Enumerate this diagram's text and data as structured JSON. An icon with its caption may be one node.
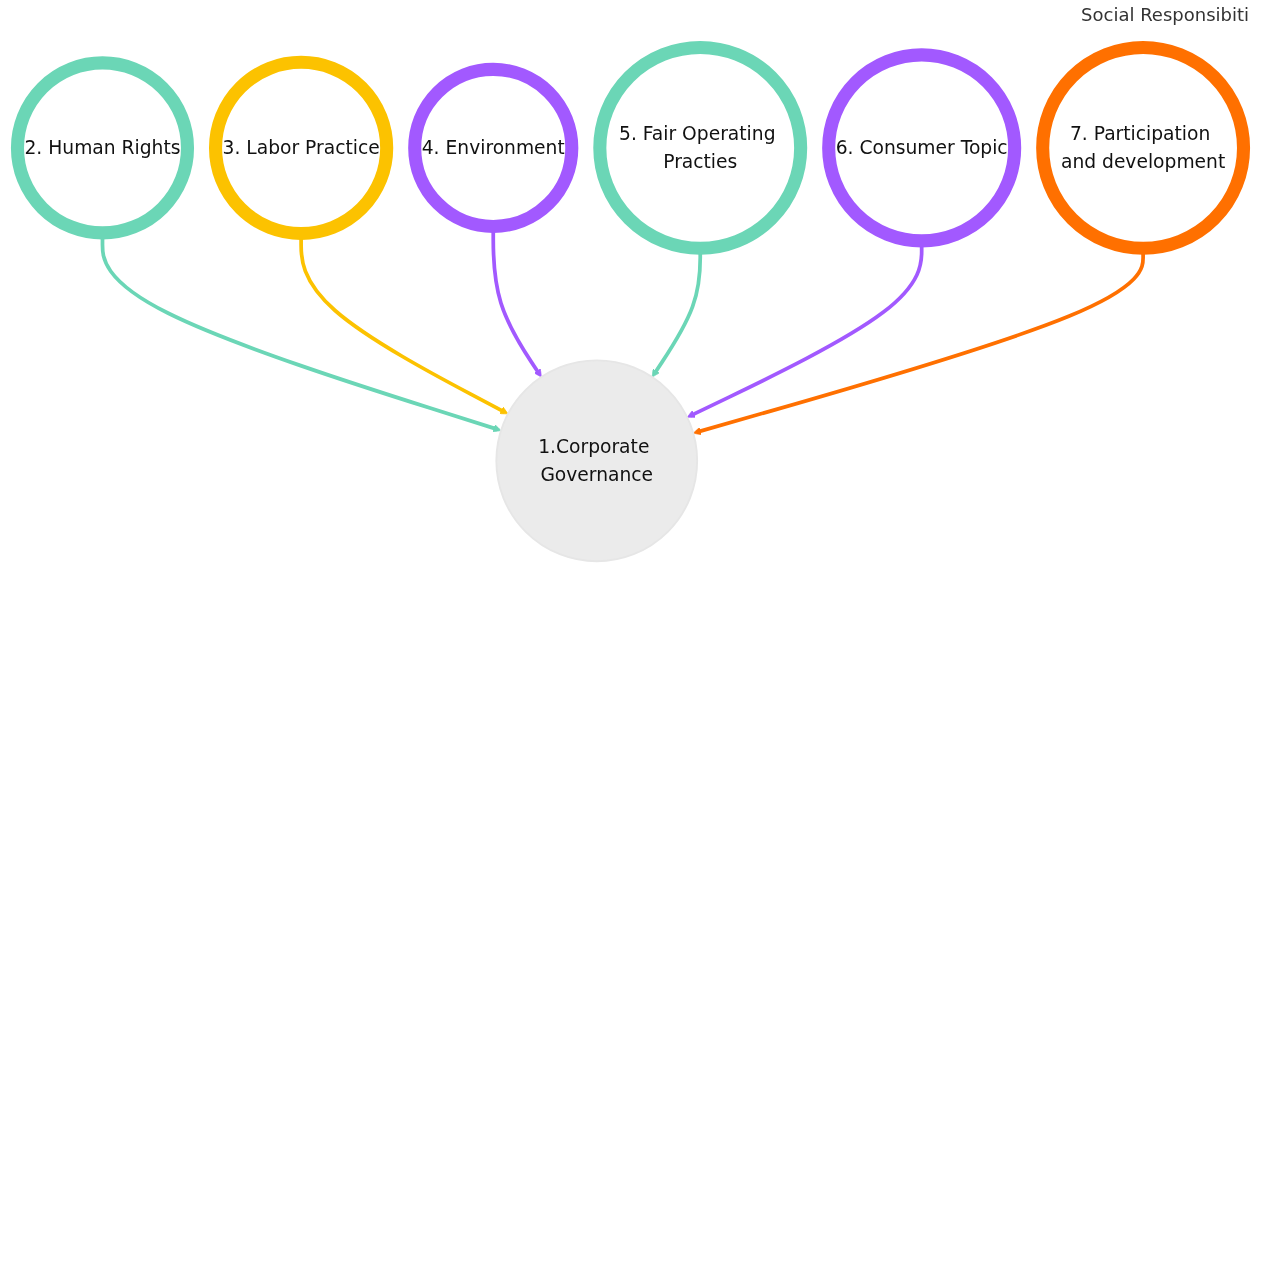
{
  "diagram": {
    "nodes": [
      {
        "text": [
          "1.Corporate Governance"
        ]
      },
      {
        "text": [
          "2. Human Rights"
        ]
      },
      {
        "text": [
          "3. Labor Practice"
        ]
      },
      {
        "text": [
          "4. Environment"
        ]
      },
      {
        "text": [
          "5. Fair Operating Practies"
        ]
      },
      {
        "text": [
          "6. Consumer Topic"
        ]
      },
      {
        "text": [
          "7. Participation and development"
        ]
      }
    ],
    "edges": [
      {
        "from": 1,
        "to": 0,
        "arrow": "to",
        "color": "#6bd6b6"
      },
      {
        "from": 2,
        "to": 0,
        "arrow": "to",
        "color": "#fcc200"
      },
      {
        "from": 3,
        "to": 0,
        "arrow": "to",
        "color": "#a259ff"
      },
      {
        "from": 4,
        "to": 0,
        "arrow": "to",
        "color": "#6bd6b6"
      },
      {
        "from": 5,
        "to": 0,
        "arrow": "to",
        "color": "#a259ff"
      },
      {
        "from": 6,
        "to": 0,
        "arrow": "to",
        "color": "#ff7000"
      }
    ],
    "labels": [
      "Social Responsibiti"
    ]
  }
}
